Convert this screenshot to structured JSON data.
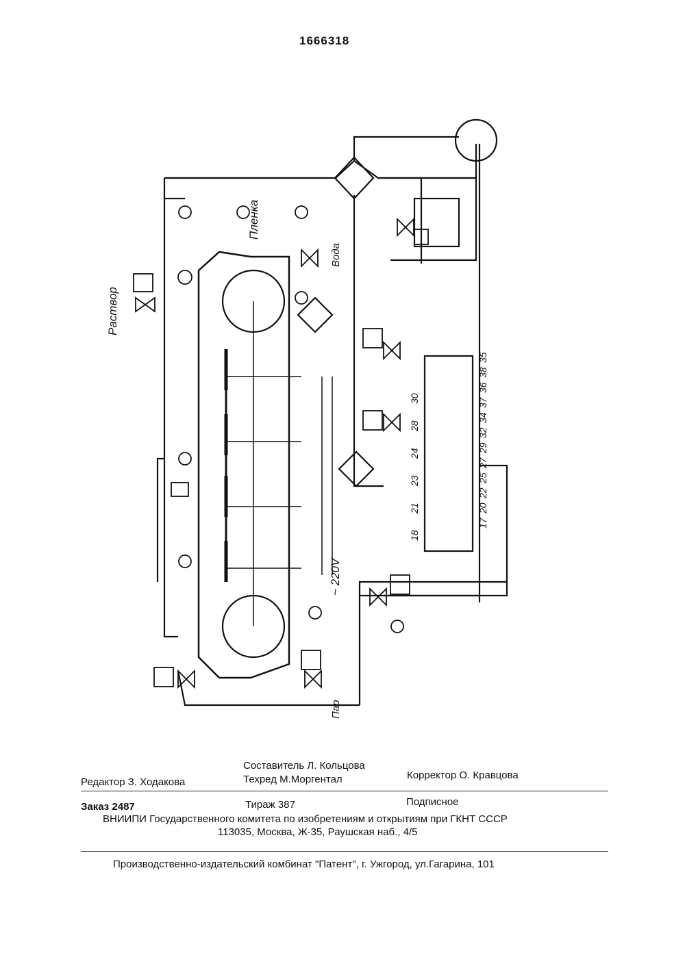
{
  "patent_number": "1666318",
  "diagram": {
    "media_labels": {
      "film": "Пленка",
      "water": "Вода",
      "solution": "Раствор",
      "steam": "Пар",
      "voltage": "~ 220V"
    },
    "controller_inputs_top": [
      "35",
      "38",
      "36",
      "37",
      "34",
      "32",
      "29",
      "27",
      "25",
      "22",
      "20",
      "17"
    ],
    "controller_inputs_bottom": [
      "18",
      "21",
      "23",
      "24",
      "28",
      "30"
    ]
  },
  "imprint": {
    "compiler": "Составитель  Л. Кольцова",
    "editor": "Редактор  З. Ходакова",
    "tech_editor": "Техред М.Моргентал",
    "corrector": "Корректор  О. Кравцова",
    "order": "Заказ  2487",
    "circulation": "Тираж 387",
    "subscription": "Подписное",
    "organization": "ВНИИПИ Государственного комитета по изобретениям и открытиям при ГКНТ СССР",
    "address": "113035, Москва, Ж-35, Раушская наб., 4/5",
    "publisher": "Производственно-издательский комбинат \"Патент\", г. Ужгород, ул.Гагарина, 101"
  }
}
